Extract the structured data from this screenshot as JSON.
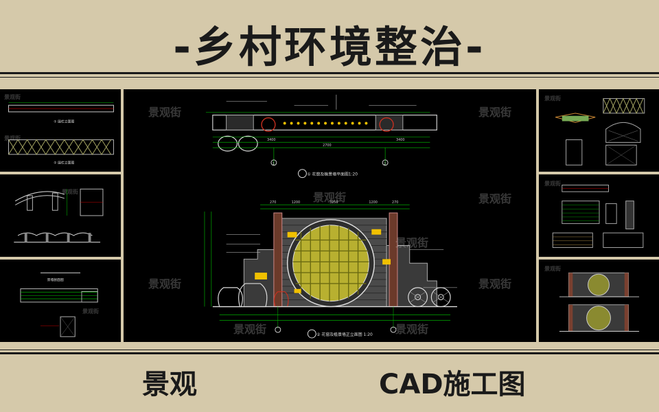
{
  "header": {
    "title": "-乡村环境整治-"
  },
  "watermark": "景观街",
  "watermark_small": "景观街",
  "main_drawing": {
    "plan_title": "①  花窗及植景墙平面图",
    "plan_scale": "1:20",
    "elev_title": "②  花窗及植景墙正立面图",
    "elev_scale": "1:20",
    "axis_1": "1",
    "axis_2": "2",
    "dims_plan": [
      "3400",
      "2700",
      "3400"
    ],
    "dims_elev": [
      "270",
      "1200",
      "3250",
      "1200",
      "270"
    ]
  },
  "footer": {
    "left": "景观",
    "right": "CAD施工图"
  },
  "colors": {
    "background": "#d5c9aa",
    "ink": "#1a1a1a",
    "cad_bg": "#000000",
    "cad_line": "#00c000",
    "cad_yellow": "#f0c000",
    "cad_red": "#c83020"
  }
}
